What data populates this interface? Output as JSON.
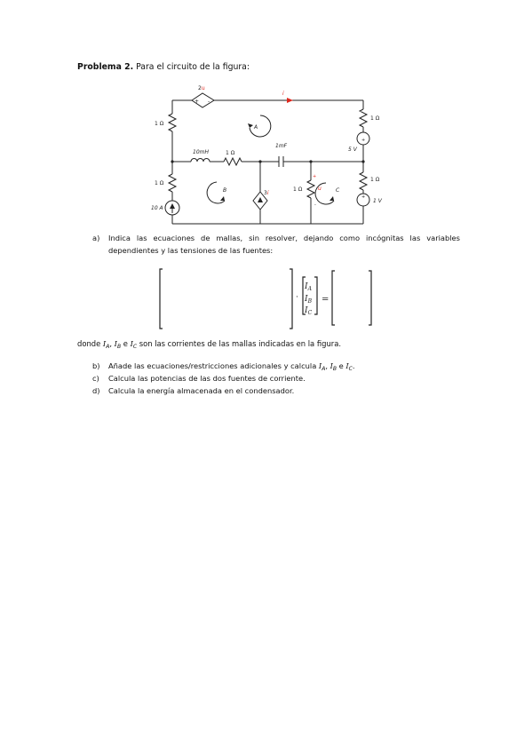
{
  "problem": {
    "title_bold": "Problema 2.",
    "title_rest": " Para el circuito de la figura:"
  },
  "circuit": {
    "labels": {
      "dep_source_top_coef": "2",
      "dep_source_top_var": "u",
      "current_i": "i",
      "r_top_left": "1 Ω",
      "r_top_right": "1 Ω",
      "mesh_a": "A",
      "mesh_b": "B",
      "mesh_c": "C",
      "inductor": "10mH",
      "r_middle": "1 Ω",
      "capacitor": "1mF",
      "v_source_5": "5 V",
      "r_left_low": "1 Ω",
      "r_center": "1 Ω",
      "u_var": "u",
      "u_plus": "+",
      "u_minus": "-",
      "r_right_low": "1 Ω",
      "i_source_10": "10 A",
      "dep_current_coef": "3",
      "dep_current_var": "i",
      "v_source_1": "1 V",
      "plus_sign": "+",
      "dep_plus": "+",
      "dep_minus": "-"
    },
    "colors": {
      "wire": "#222222",
      "accent_red": "#e0281e"
    }
  },
  "questions": [
    {
      "letter": "a)",
      "text": "Indica las ecuaciones de mallas, sin resolver, dejando como incógnitas las variables dependientes y las tensiones de las fuentes:"
    },
    {
      "letter": "b)",
      "text_before": "Añade las ecuaciones/restricciones adicionales y calcula ",
      "text_after": "."
    },
    {
      "letter": "c)",
      "text": "Calcula las potencias de las dos fuentes de corriente."
    },
    {
      "letter": "d)",
      "text": "Calcula la energía almacenada en el condensador."
    }
  ],
  "matrix": {
    "vector": [
      "I",
      "I",
      "I"
    ],
    "subs": [
      "A",
      "B",
      "C"
    ],
    "dot": "·",
    "equals": "="
  },
  "donde": {
    "prefix": "donde ",
    "sep1": ", ",
    "sep2": " e ",
    "suffix": " son las corrientes de las mallas indicadas en la figura."
  },
  "vars": {
    "I": "I",
    "A": "A",
    "B": "B",
    "C": "C",
    "e": " e ",
    "comma": ", "
  }
}
